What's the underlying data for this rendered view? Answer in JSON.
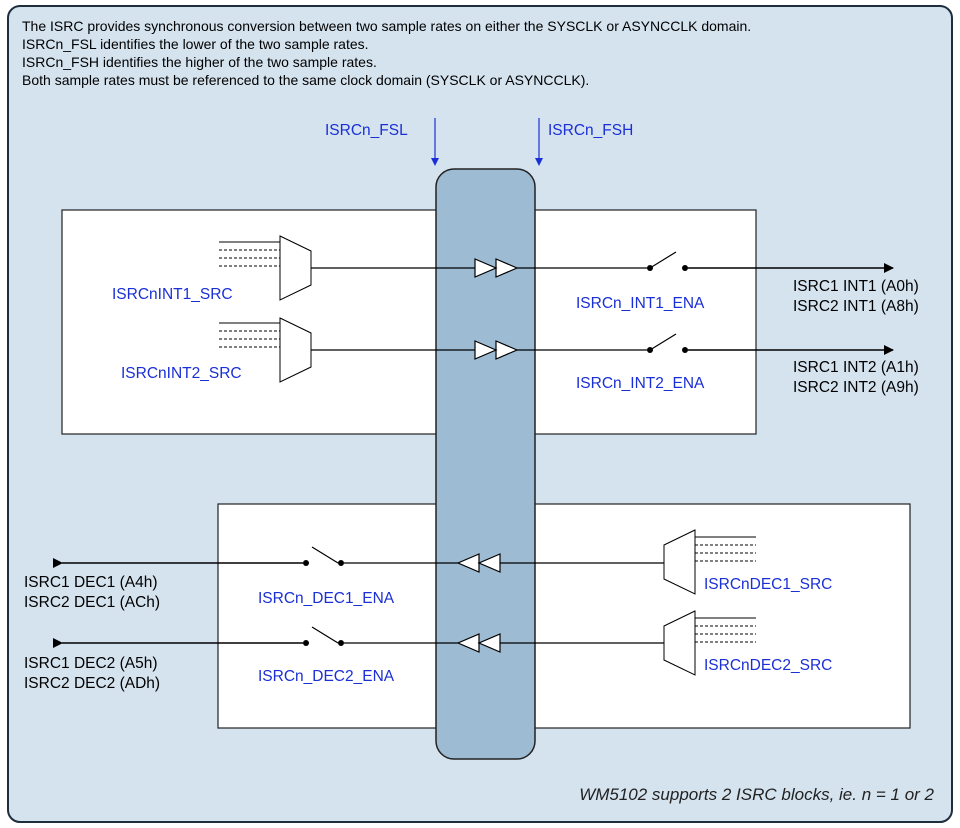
{
  "description": {
    "line1": "The ISRC provides synchronous conversion between two sample rates on either the SYSCLK or ASYNCCLK domain.",
    "line2": "ISRCn_FSL identifies the lower of the two sample rates.",
    "line3": "ISRCn_FSH identifies the higher of the two sample rates.",
    "line4": "Both sample rates must be referenced to the same clock domain (SYSCLK or ASYNCCLK)."
  },
  "rates": {
    "fsl": "ISRCn_FSL",
    "fsh": "ISRCn_FSH"
  },
  "interpolators": [
    {
      "src_label": "ISRCnINT1_SRC",
      "ena_label": "ISRCn_INT1_ENA",
      "out_line1": "ISRC1 INT1 (A0h)",
      "out_line2": "ISRC2 INT1 (A8h)"
    },
    {
      "src_label": "ISRCnINT2_SRC",
      "ena_label": "ISRCn_INT2_ENA",
      "out_line1": "ISRC1 INT2 (A1h)",
      "out_line2": "ISRC2 INT2 (A9h)"
    }
  ],
  "decimators": [
    {
      "src_label": "ISRCnDEC1_SRC",
      "ena_label": "ISRCn_DEC1_ENA",
      "out_line1": "ISRC1 DEC1 (A4h)",
      "out_line2": "ISRC2 DEC1 (ACh)"
    },
    {
      "src_label": "ISRCnDEC2_SRC",
      "ena_label": "ISRCn_DEC2_ENA",
      "out_line1": "ISRC1 DEC2 (A5h)",
      "out_line2": "ISRC2 DEC2 (ADh)"
    }
  ],
  "footnote": "WM5102 supports 2 ISRC blocks, ie. n = 1 or 2",
  "colors": {
    "panel_background": "#d5e3ef",
    "panel_border": "#1e2e3e",
    "isrc_bar": "#9dbbd3",
    "label_blue": "#1a2fd6"
  }
}
